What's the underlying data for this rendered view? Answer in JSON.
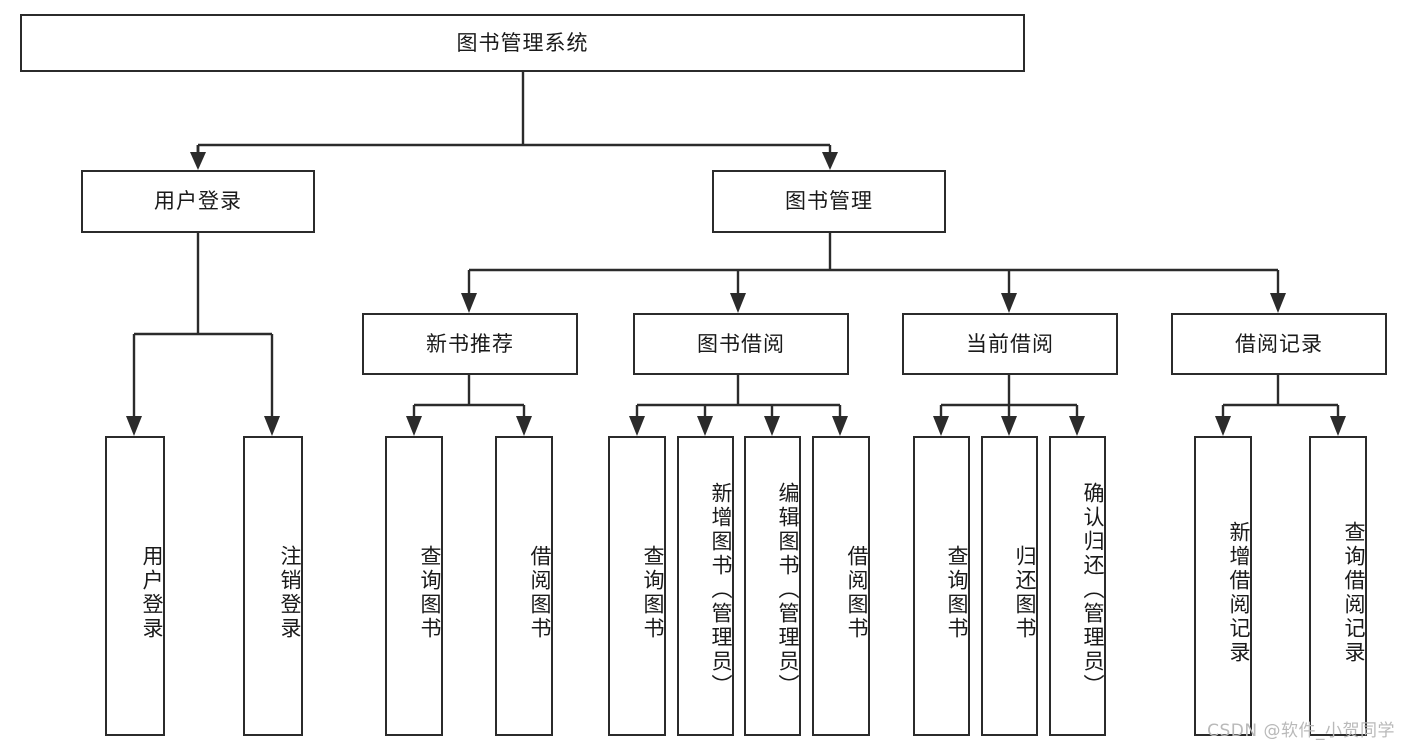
{
  "diagram": {
    "title": "图书管理系统",
    "type": "tree",
    "watermark": "CSDN @软件_小贺同学",
    "root": {
      "id": "root",
      "label": "图书管理系统"
    },
    "level2": [
      {
        "id": "user-login",
        "label": "用户登录"
      },
      {
        "id": "book-manage",
        "label": "图书管理"
      }
    ],
    "level3": [
      {
        "id": "new-book-recommend",
        "label": "新书推荐",
        "parent": "book-manage"
      },
      {
        "id": "book-borrow",
        "label": "图书借阅",
        "parent": "book-manage"
      },
      {
        "id": "current-borrow",
        "label": "当前借阅",
        "parent": "book-manage"
      },
      {
        "id": "borrow-record",
        "label": "借阅记录",
        "parent": "book-manage"
      }
    ],
    "leaves": [
      {
        "id": "leaf-user-login",
        "label": "用户登录",
        "parent": "user-login"
      },
      {
        "id": "leaf-user-logout",
        "label": "注销登录",
        "parent": "user-login"
      },
      {
        "id": "leaf-query-book-1",
        "label": "查询图书",
        "parent": "new-book-recommend"
      },
      {
        "id": "leaf-borrow-book-1",
        "label": "借阅图书",
        "parent": "new-book-recommend"
      },
      {
        "id": "leaf-query-book-2",
        "label": "查询图书",
        "parent": "book-borrow"
      },
      {
        "id": "leaf-add-book",
        "label": "新增图书（管理员）",
        "parent": "book-borrow"
      },
      {
        "id": "leaf-edit-book",
        "label": "编辑图书（管理员）",
        "parent": "book-borrow"
      },
      {
        "id": "leaf-borrow-book-2",
        "label": "借阅图书",
        "parent": "book-borrow"
      },
      {
        "id": "leaf-query-book-3",
        "label": "查询图书",
        "parent": "current-borrow"
      },
      {
        "id": "leaf-return-book",
        "label": "归还图书",
        "parent": "current-borrow"
      },
      {
        "id": "leaf-confirm-return",
        "label": "确认归还（管理员）",
        "parent": "current-borrow"
      },
      {
        "id": "leaf-add-record",
        "label": "新增借阅记录",
        "parent": "borrow-record"
      },
      {
        "id": "leaf-query-record",
        "label": "查询借阅记录",
        "parent": "borrow-record"
      }
    ],
    "colors": {
      "stroke": "#2b2b2b",
      "fill": "#ffffff",
      "text": "#1a1a1a",
      "watermark": "#b9b9b9"
    }
  }
}
